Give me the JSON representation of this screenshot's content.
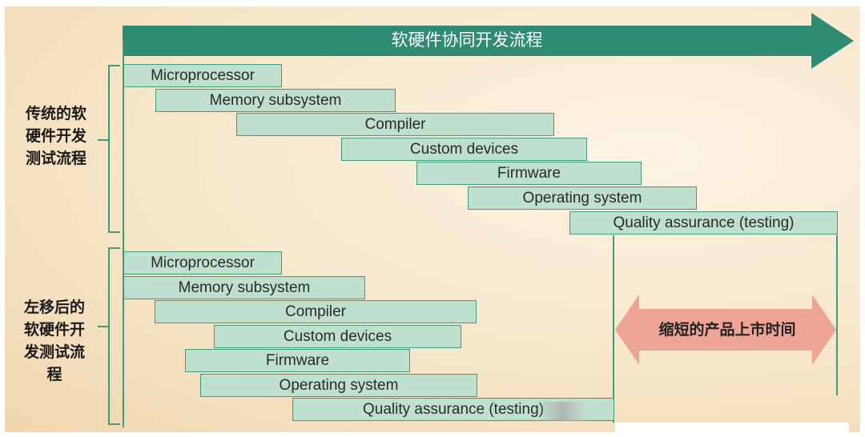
{
  "title": "软硬件协同开发流程",
  "traditional": {
    "label": "传统的软硬件开发测试流程",
    "label_lines": [
      "传统的软",
      "硬件开发",
      "测试流程"
    ],
    "bars": [
      "Microprocessor",
      "Memory subsystem",
      "Compiler",
      "Custom devices",
      "Firmware",
      "Operating system",
      "Quality assurance (testing)"
    ]
  },
  "shift_left": {
    "label": "左移后的软硬件开发测试流程",
    "label_lines": [
      "左移后的",
      "软硬件开",
      "发测试流",
      "程"
    ],
    "bars": [
      "Microprocessor",
      "Memory subsystem",
      "Compiler",
      "Custom devices",
      "Firmware",
      "Operating system",
      "Quality assurance (testing)"
    ]
  },
  "callout": "缩短的产品上市时间",
  "colors": {
    "arrow": "#2f8c72",
    "bar_fill": "#bfe0cf",
    "bar_border": "#3f9a7e",
    "callout": "#eea596",
    "bracket": "#3f9a7e"
  }
}
